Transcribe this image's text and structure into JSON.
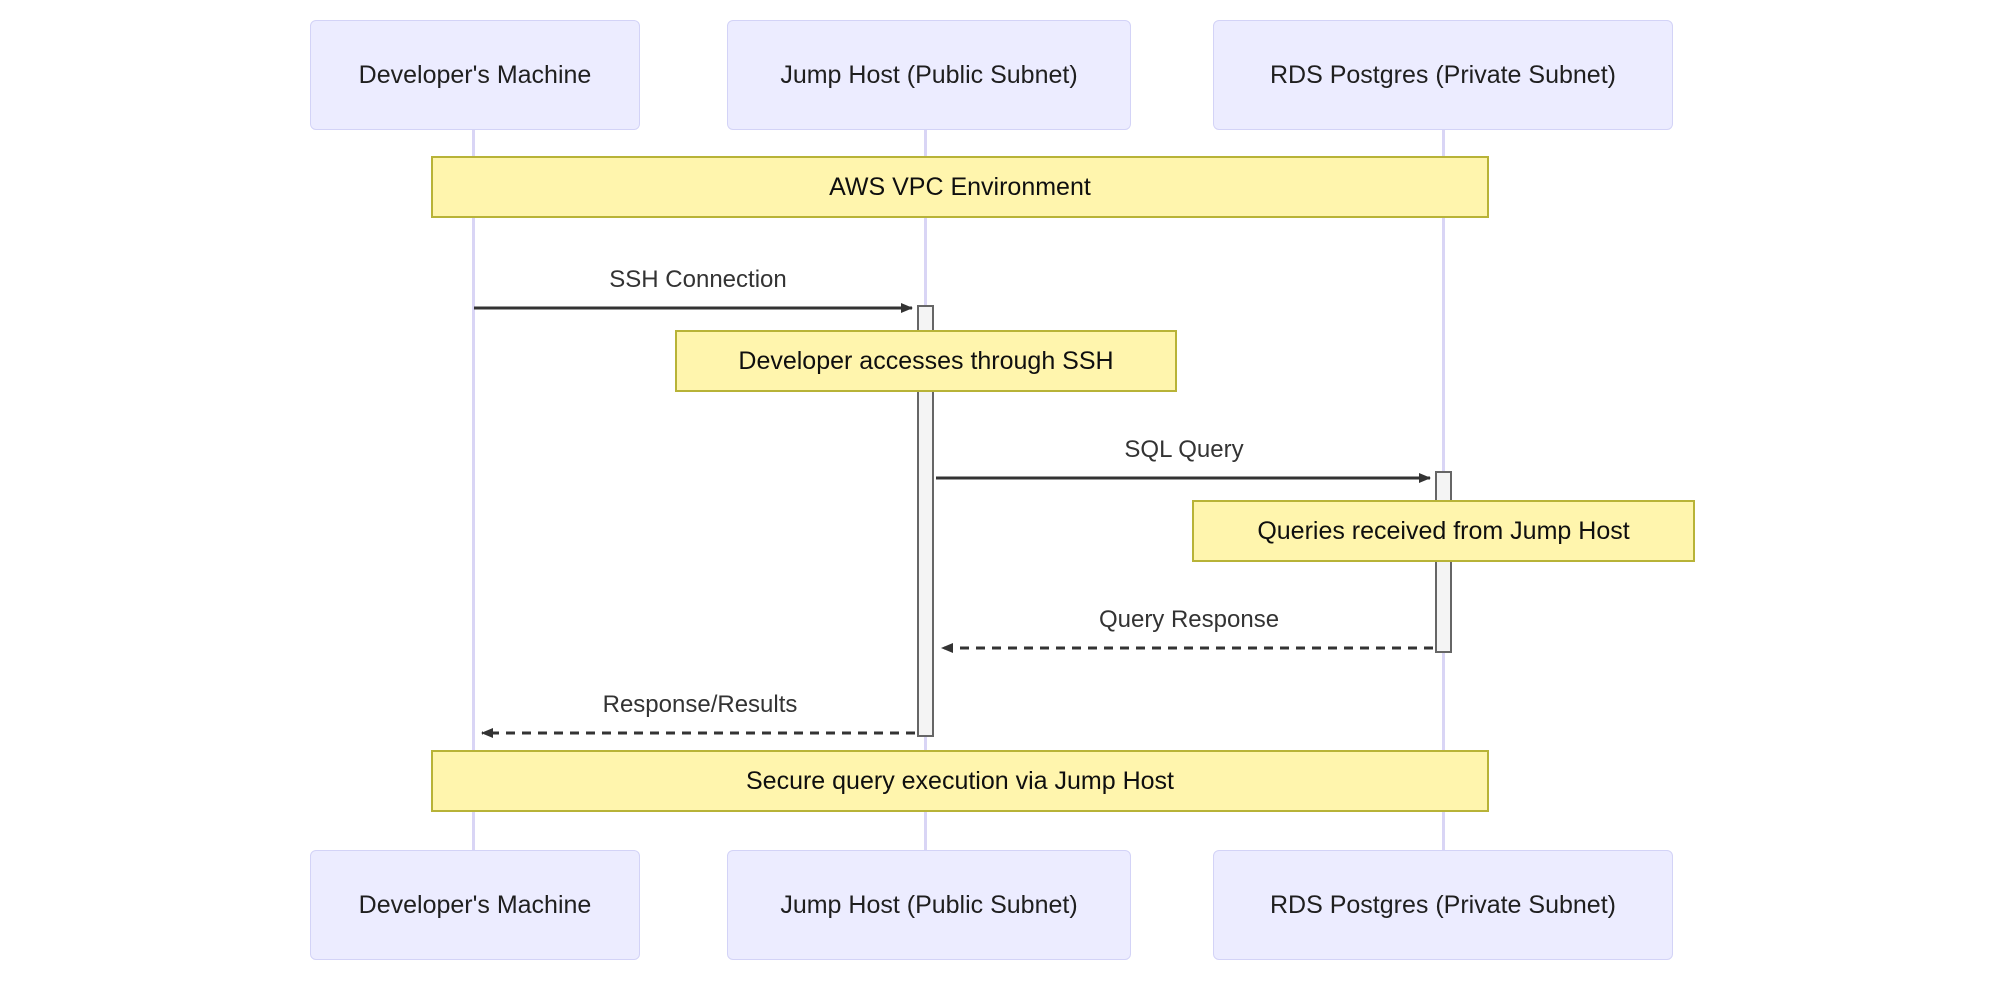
{
  "diagram": {
    "type": "sequence-diagram",
    "title": "AWS VPC Environment",
    "colors": {
      "actor_fill": "#ECECFF",
      "actor_border": "#D3D3F7",
      "note_fill": "#FFF5AD",
      "note_border": "#B8B337",
      "lifeline": "#D9D5F5",
      "arrow": "#333333",
      "activation_fill": "#F4F4F4",
      "activation_border": "#666666"
    }
  },
  "actors": [
    {
      "id": "dev",
      "label": "Developer's Machine"
    },
    {
      "id": "jump",
      "label": "Jump Host (Public Subnet)"
    },
    {
      "id": "rds",
      "label": "RDS Postgres (Private Subnet)"
    }
  ],
  "banners": [
    {
      "id": "vpc-top",
      "label": "AWS VPC Environment"
    },
    {
      "id": "vpc-bottom",
      "label": "Secure query execution via Jump Host"
    }
  ],
  "notes": [
    {
      "id": "note-ssh",
      "label": "Developer accesses through SSH",
      "over": "jump"
    },
    {
      "id": "note-queries",
      "label": "Queries received from Jump Host",
      "over": "rds"
    }
  ],
  "messages": [
    {
      "id": "msg-1",
      "label": "SSH Connection",
      "from": "dev",
      "to": "jump",
      "style": "solid",
      "arrow": "filled"
    },
    {
      "id": "msg-2",
      "label": "SQL Query",
      "from": "jump",
      "to": "rds",
      "style": "solid",
      "arrow": "filled"
    },
    {
      "id": "msg-3",
      "label": "Query Response",
      "from": "rds",
      "to": "jump",
      "style": "dashed",
      "arrow": "filled"
    },
    {
      "id": "msg-4",
      "label": "Response/Results",
      "from": "jump",
      "to": "dev",
      "style": "dashed",
      "arrow": "filled"
    }
  ]
}
